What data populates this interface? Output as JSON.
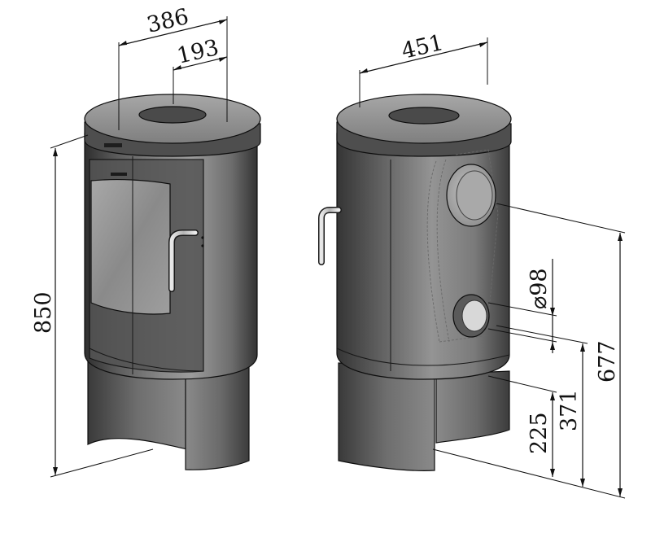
{
  "diagram": {
    "front_view": {
      "dimensions": {
        "total_width": "386",
        "half_width": "193",
        "total_height": "850"
      }
    },
    "side_view": {
      "dimensions": {
        "depth": "451",
        "flue_diameter": "⌀98",
        "air_inlet_height": "225",
        "air_inlet_top": "371",
        "rear_flue_height": "677"
      }
    },
    "colors": {
      "body_dark": "#3a3a3a",
      "body_mid": "#7a7a7a",
      "body_light": "#a8a8a8",
      "glass": "#8c8c8c",
      "line": "#111111",
      "background": "#ffffff"
    }
  }
}
